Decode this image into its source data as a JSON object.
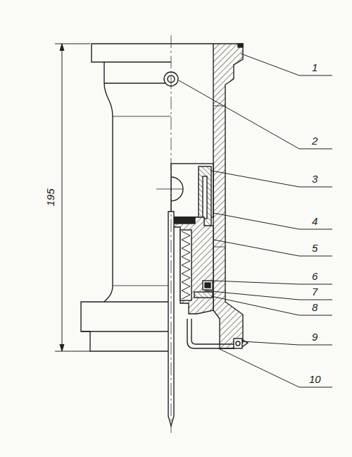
{
  "diagram": {
    "labels": [
      "1",
      "2",
      "3",
      "4",
      "5",
      "6",
      "7",
      "8",
      "9",
      "10",
      "195"
    ]
  }
}
